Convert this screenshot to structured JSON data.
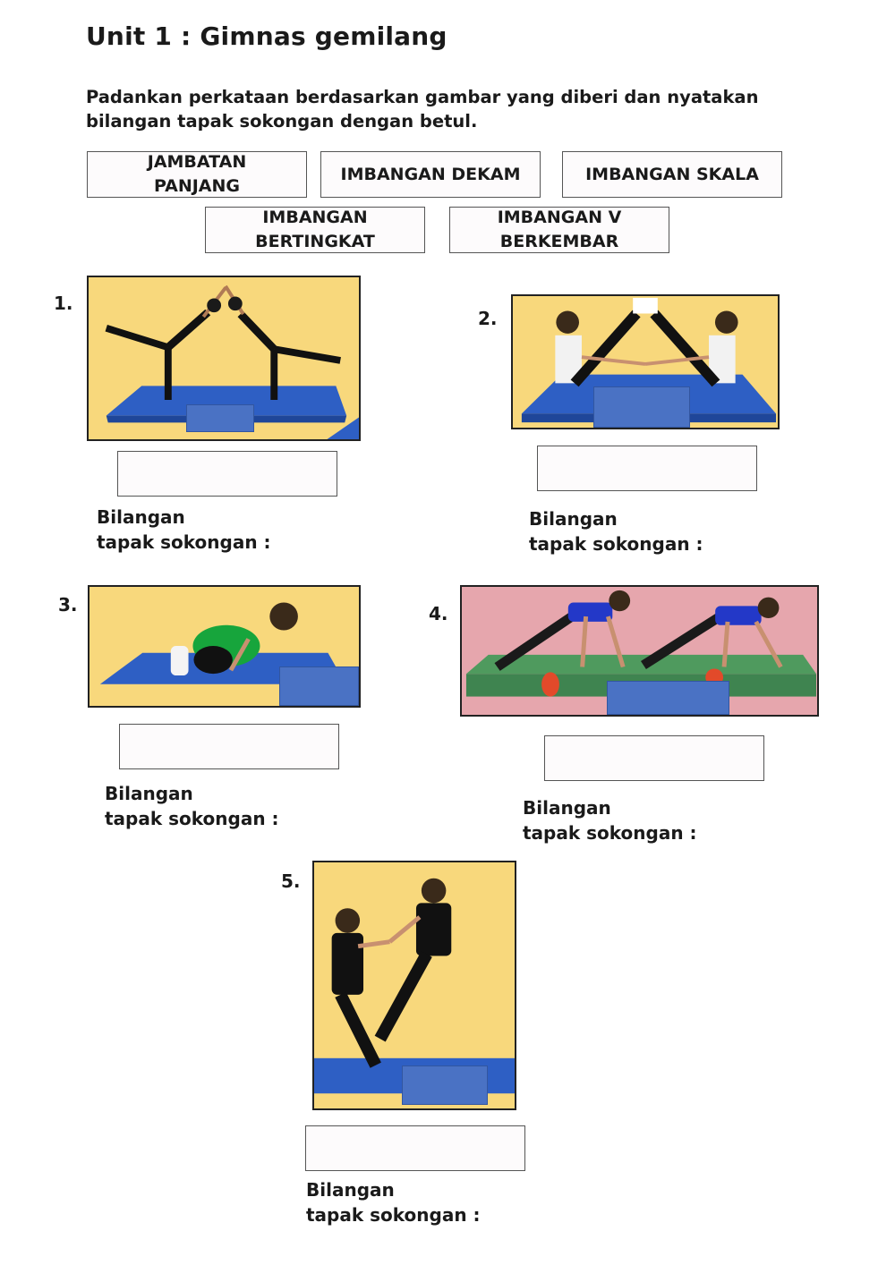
{
  "title": "Unit 1 : Gimnas gemilang",
  "instruction": "Padankan perkataan berdasarkan gambar yang diberi dan nyatakan bilangan tapak sokongan dengan betul.",
  "word_bank": [
    "JAMBATAN\nPANJANG",
    "IMBANGAN DEKAM",
    "IMBANGAN SKALA",
    "IMBANGAN\nBERTINGKAT",
    "IMBANGAN V\nBERKEMBAR"
  ],
  "questions": [
    {
      "number": "1.",
      "label_line1": "Bilangan",
      "label_line2": "tapak sokongan :",
      "answer": ""
    },
    {
      "number": "2.",
      "label_line1": "Bilangan",
      "label_line2": "tapak sokongan :",
      "answer": ""
    },
    {
      "number": "3.",
      "label_line1": "Bilangan",
      "label_line2": "tapak sokongan :",
      "answer": ""
    },
    {
      "number": "4.",
      "label_line1": "Bilangan",
      "label_line2": "tapak sokongan :",
      "answer": ""
    },
    {
      "number": "5.",
      "label_line1": "Bilangan",
      "label_line2": "tapak sokongan :",
      "answer": ""
    }
  ],
  "colors": {
    "photo_bg_yellow": "#f8d87c",
    "photo_bg_pink": "#e6a6ad",
    "mat_blue": "#2e5fc4",
    "mat_green": "#4f9a5e",
    "cover_blue": "#4a72c4"
  }
}
